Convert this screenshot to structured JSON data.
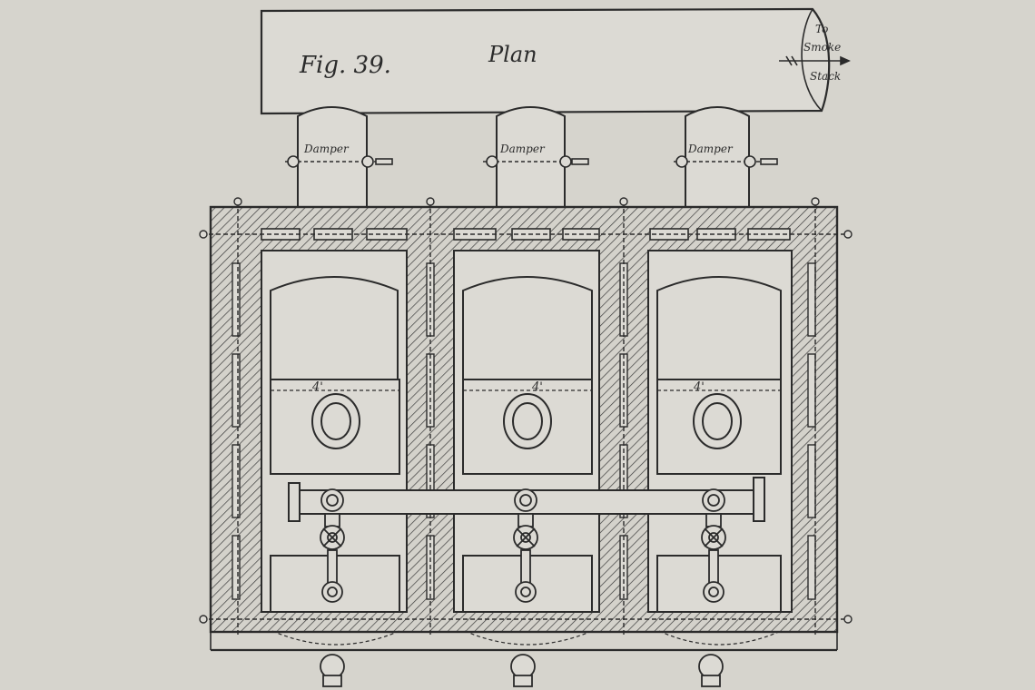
{
  "figure": {
    "number_label": "Fig. 39.",
    "view_label": "Plan"
  },
  "flue": {
    "outlet_label_line1": "To",
    "outlet_label_line2": "Smoke",
    "outlet_label_line3": "Stack"
  },
  "dampers": [
    {
      "label": "Damper"
    },
    {
      "label": "Damper"
    },
    {
      "label": "Damper"
    }
  ],
  "boilers": [
    {
      "width_label": "4'"
    },
    {
      "width_label": "4'"
    },
    {
      "width_label": "4'"
    }
  ],
  "colors": {
    "paper": "#d9d7d1",
    "ink": "#2b2b2b"
  }
}
